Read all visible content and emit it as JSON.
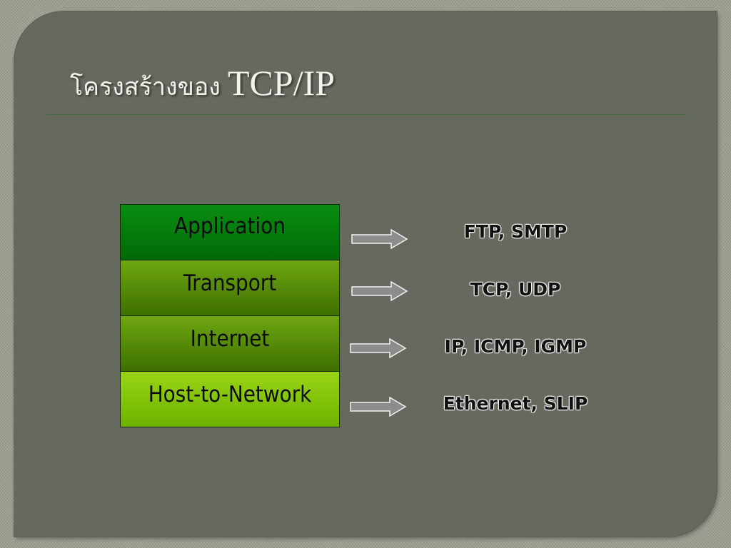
{
  "slide": {
    "title_thai": "โครงสร้างของ",
    "title_latin": "TCP/IP"
  },
  "diagram": {
    "layers": [
      {
        "label": "Application",
        "protocols": "FTP, SMTP"
      },
      {
        "label": "Transport",
        "protocols": "TCP, UDP"
      },
      {
        "label": "Internet",
        "protocols": "IP, ICMP, IGMP"
      },
      {
        "label": "Host-to-Network",
        "protocols": "Ethernet, SLIP"
      }
    ],
    "colors": {
      "slide_background": "#666a5e",
      "application_layer": "#007a0a",
      "transport_layer": "#568a08",
      "internet_layer": "#568a08",
      "host_layer": "#86c40a",
      "arrow_fill": "#8c8c8c",
      "title_text": "#f3f3ee"
    },
    "icons": [
      "right-arrow-icon"
    ]
  }
}
